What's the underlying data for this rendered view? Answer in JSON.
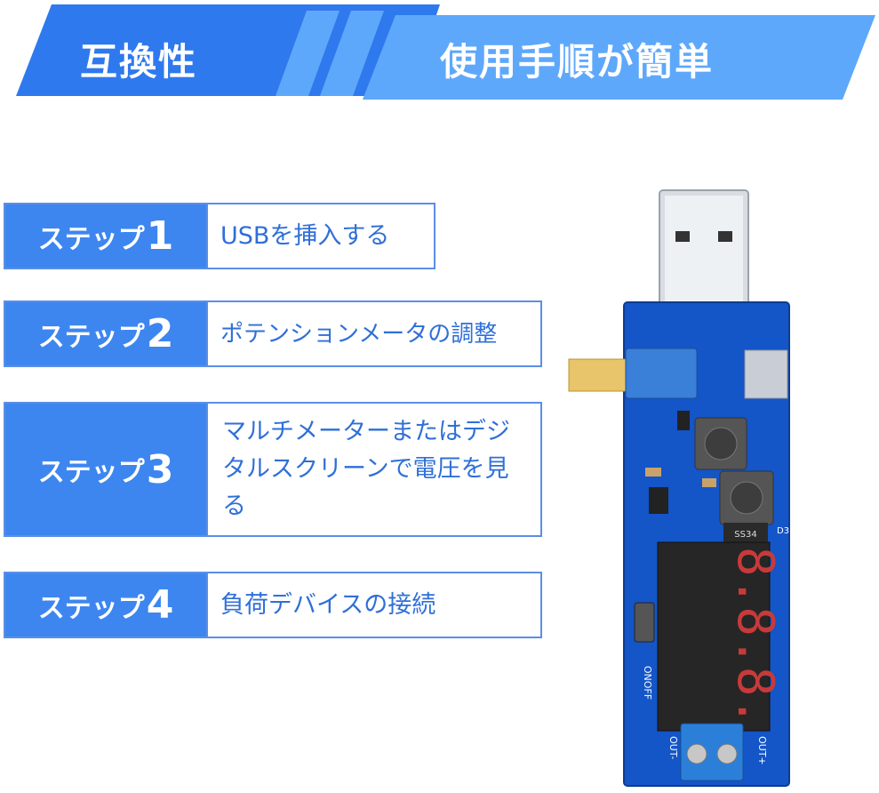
{
  "banner": {
    "left_title": "互換性",
    "right_title": "使用手順が簡単"
  },
  "steps": [
    {
      "label": "ステップ",
      "number": "1",
      "description": "USBを挿入する"
    },
    {
      "label": "ステップ",
      "number": "2",
      "description": "ポテンションメータの調整"
    },
    {
      "label": "ステップ",
      "number": "3",
      "description": "マルチメーターまたはデジタルスクリーンで電圧を見る"
    },
    {
      "label": "ステップ",
      "number": "4",
      "description": "負荷デバイスの接続"
    }
  ],
  "board": {
    "silkscreen_onoff": "ONOFF",
    "silkscreen_out_minus": "OUT-",
    "silkscreen_out_plus": "OUT+",
    "silkscreen_ss34": "SS34",
    "silkscreen_d3": "D3",
    "display_digits": "8.8.8."
  },
  "colors": {
    "banner_dark": "#2f79ee",
    "banner_light": "#5ea8fb",
    "step_blue": "#3d86f0",
    "pcb_blue": "#1455c8"
  }
}
